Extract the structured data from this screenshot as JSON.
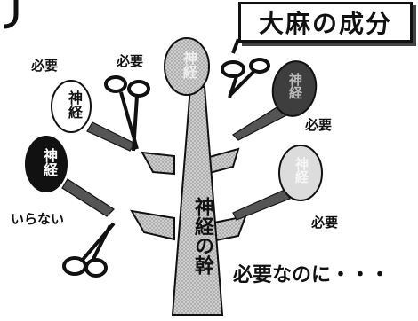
{
  "title": "大麻の成分",
  "trunk_label": "神経の幹",
  "neurons": [
    {
      "name": "top",
      "text": "神経",
      "label": ""
    },
    {
      "name": "upper-right",
      "text": "神経",
      "label": "必要"
    },
    {
      "name": "left-white",
      "text": "神経",
      "label": "必要"
    },
    {
      "name": "left-black",
      "text": "神経",
      "label": "いらない"
    },
    {
      "name": "right-light",
      "text": "神経",
      "label": "必要"
    }
  ],
  "top_left_label": "必要",
  "top_scissors_label": "必要",
  "note": "必要なのに・・・",
  "icons": [
    "scissors-icon",
    "neuron-icon",
    "tree-trunk"
  ],
  "colors": {
    "black": "#111111",
    "gray": "#9a9a9a",
    "dark_gray": "#4a4a4a",
    "light_gray": "#d8d8d8"
  }
}
